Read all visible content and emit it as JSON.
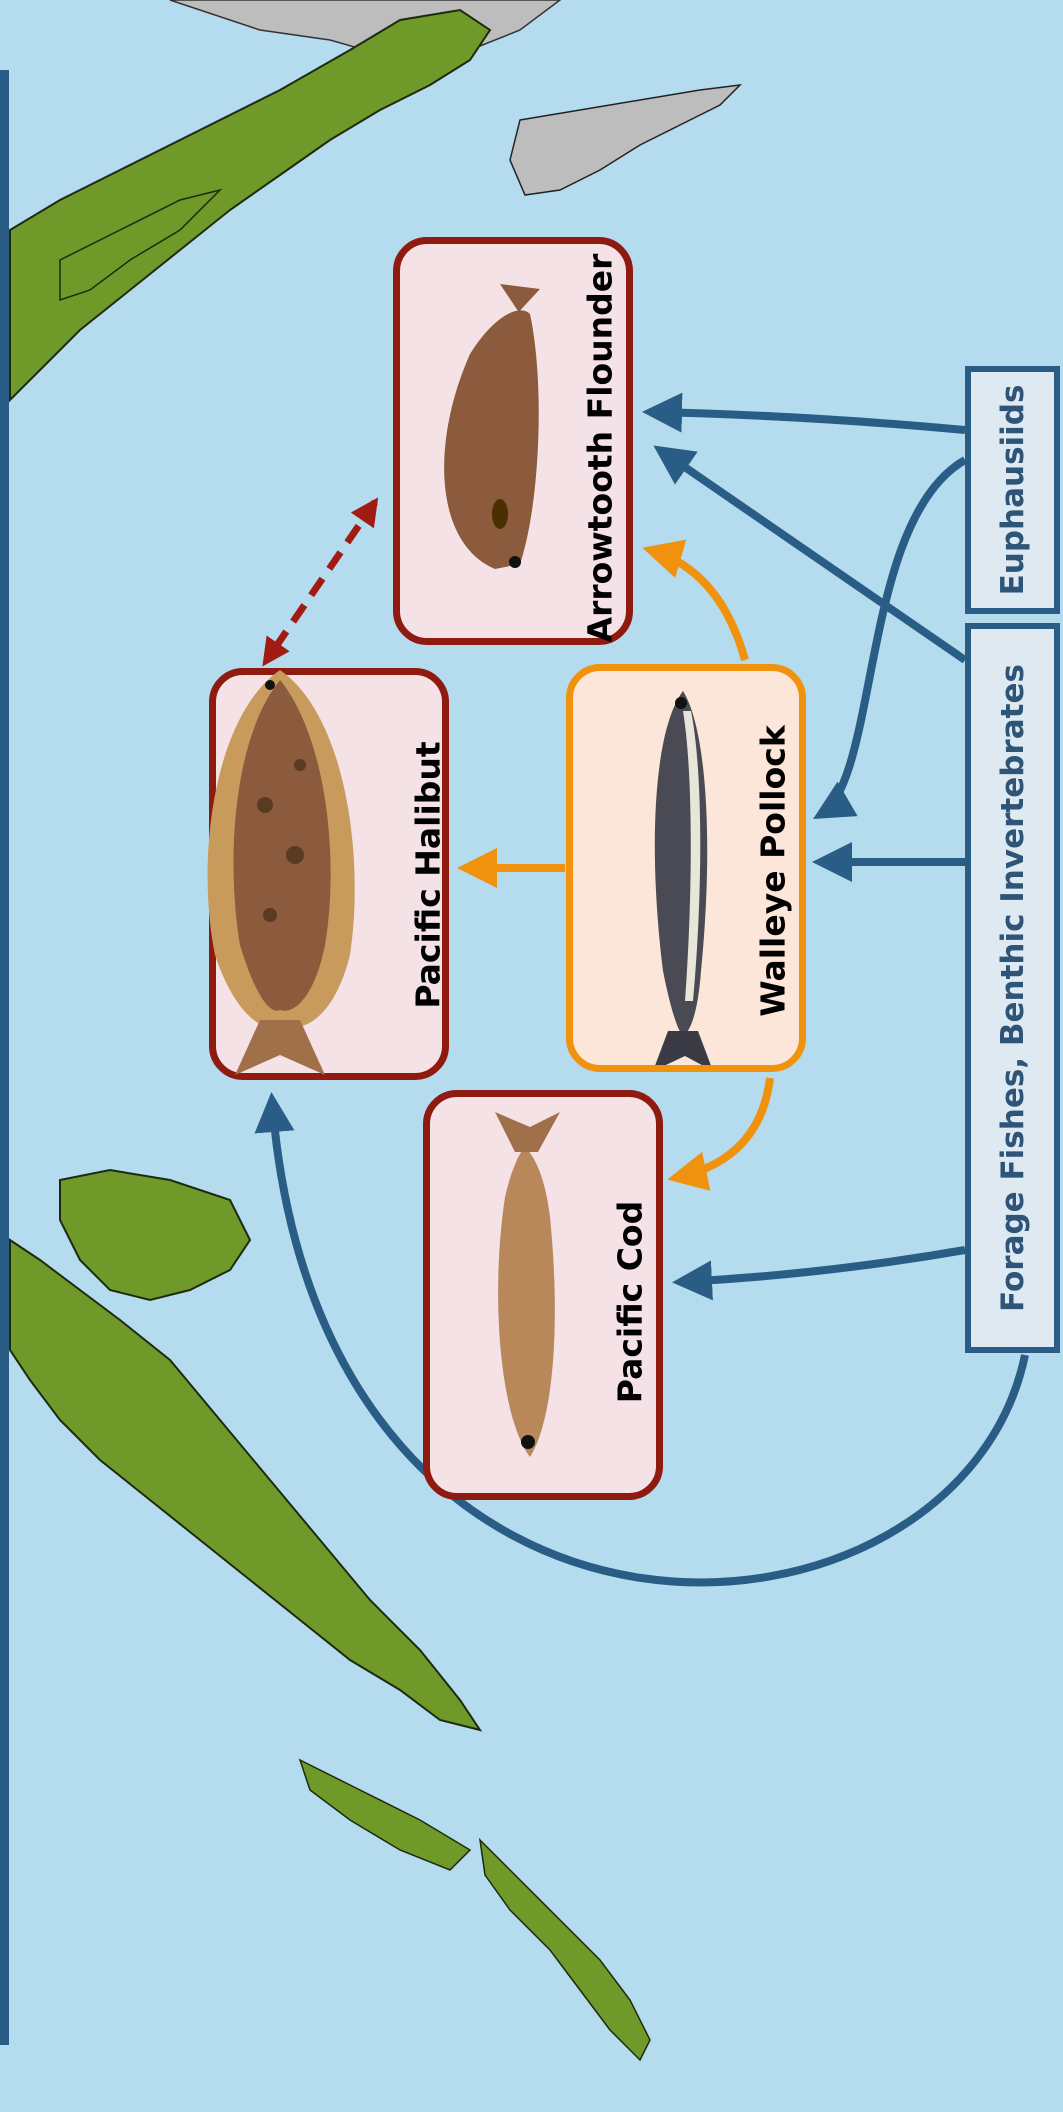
{
  "colors": {
    "ocean": "#b4dcee",
    "land": "#6f9a2a",
    "land_outline": "#1e2a10",
    "foreign_land": "#bdbdbd",
    "predation_blue": "#2a5d86",
    "pollock_orange": "#f0920e",
    "competition_red": "#a01c12",
    "panel_border_red": "#8e1a10"
  },
  "species": {
    "arrowtooth": {
      "label": "Arrowtooth Flounder",
      "icon": "flounder-icon"
    },
    "halibut": {
      "label": "Pacific Halibut",
      "icon": "halibut-icon"
    },
    "pollock": {
      "label": "Walleye Pollock",
      "icon": "pollock-icon"
    },
    "cod": {
      "label": "Pacific Cod",
      "icon": "cod-icon"
    }
  },
  "prey": {
    "euphausiids": {
      "label": "Euphausiids"
    },
    "forage": {
      "label": "Forage Fishes, Benthic Invertebrates"
    }
  },
  "links": [
    {
      "from": "euphausiids",
      "to": "arrowtooth",
      "type": "predation"
    },
    {
      "from": "euphausiids",
      "to": "pollock",
      "type": "predation"
    },
    {
      "from": "forage",
      "to": "arrowtooth",
      "type": "predation"
    },
    {
      "from": "forage",
      "to": "pollock",
      "type": "predation"
    },
    {
      "from": "forage",
      "to": "cod",
      "type": "predation"
    },
    {
      "from": "forage",
      "to": "halibut",
      "type": "predation"
    },
    {
      "from": "pollock",
      "to": "arrowtooth",
      "type": "pollock-prey"
    },
    {
      "from": "pollock",
      "to": "halibut",
      "type": "pollock-prey"
    },
    {
      "from": "pollock",
      "to": "cod",
      "type": "pollock-prey"
    },
    {
      "from": "arrowtooth",
      "to": "halibut",
      "type": "competition"
    }
  ]
}
